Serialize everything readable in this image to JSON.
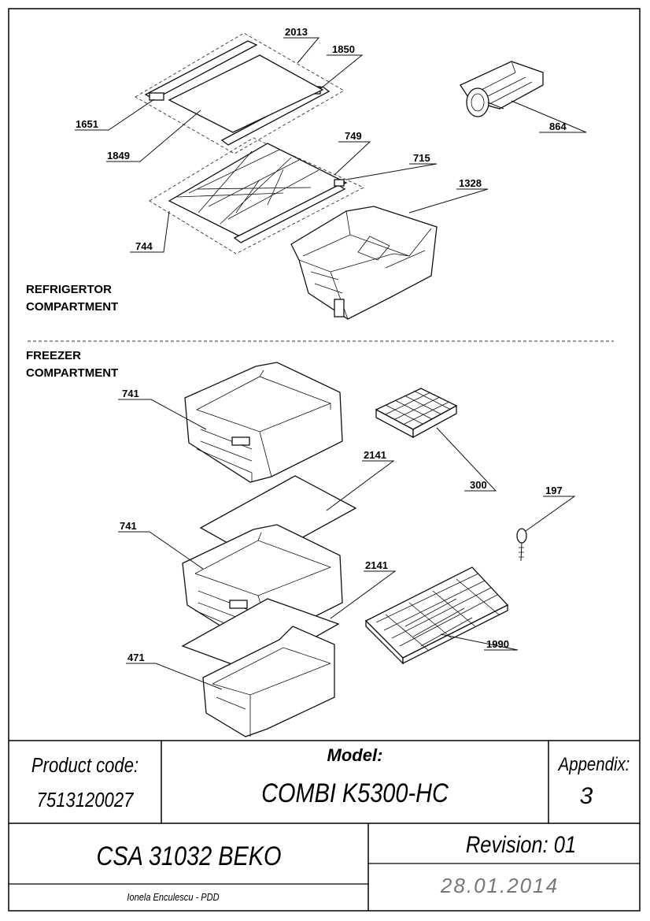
{
  "sections": {
    "refrigerator_line1": "REFRIGERTOR",
    "refrigerator_line2": "COMPARTMENT",
    "freezer_line1": "FREEZER",
    "freezer_line2": "COMPARTMENT"
  },
  "callouts": {
    "p2013": "2013",
    "p1850": "1850",
    "p1651": "1651",
    "p1849": "1849",
    "p749": "749",
    "p715": "715",
    "p864": "864",
    "p1328": "1328",
    "p744": "744",
    "p741a": "741",
    "p300": "300",
    "p2141a": "2141",
    "p197": "197",
    "p741b": "741",
    "p2141b": "2141",
    "p1990": "1990",
    "p471": "471"
  },
  "title_block": {
    "product_code_label": "Product code:",
    "product_code_value": "7513120027",
    "model_label": "Model:",
    "model_value": "COMBI K5300-HC",
    "appendix_label": "Appendix:",
    "appendix_value": "3",
    "csa": "CSA 31032  BEKO",
    "revision": "Revision: 01",
    "author": "Ionela Enculescu - PDD",
    "date": "28.01.2014"
  }
}
